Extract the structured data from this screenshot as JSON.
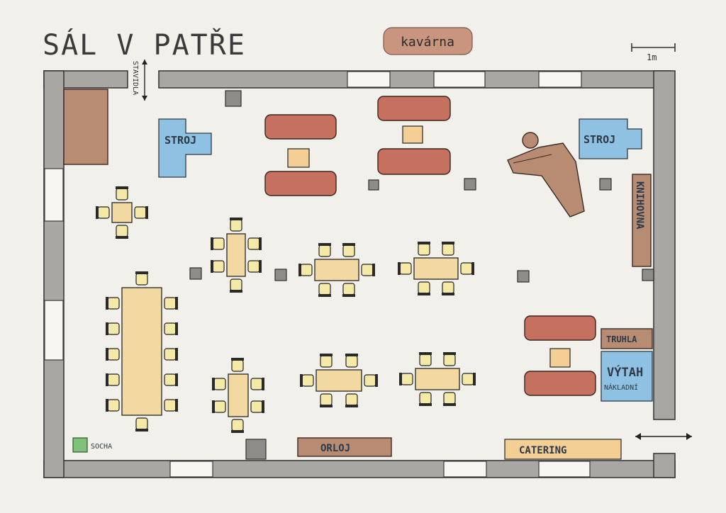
{
  "title": "SÁL V PATŘE",
  "kavarna_label": "kavárna",
  "scale_label": "1m",
  "stavidla_label": "STAVIDLA",
  "labels": {
    "stroj_left": "STROJ",
    "stroj_right": "STROJ",
    "knihovna": "KNIHOVNA",
    "truhla": "TRUHLA",
    "vytah_line1": "VÝTAH",
    "vytah_line2": "NÁKLADNÍ",
    "orloj": "ORLOJ",
    "catering": "CATERING",
    "socha": "SOCHA"
  },
  "colors": {
    "wall": "#a9a7a3",
    "table": "#f2d9a2",
    "chair_seat": "#f5e9a8",
    "sofa": "#c6705f",
    "machine": "#8fc1e3",
    "brown_furniture": "#b88b73",
    "catering": "#f3cf95",
    "socha": "#7fc17a",
    "kavarna_badge": "#c9957f"
  }
}
